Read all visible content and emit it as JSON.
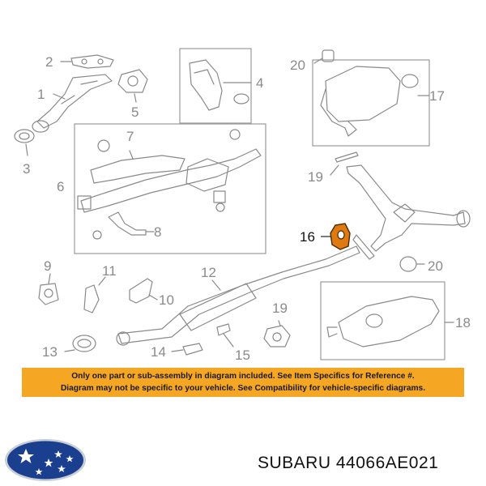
{
  "diagram": {
    "callouts": {
      "c1": "1",
      "c2": "2",
      "c3": "3",
      "c4": "4",
      "c5": "5",
      "c6": "6",
      "c7": "7",
      "c8": "8",
      "c9": "9",
      "c10": "10",
      "c11": "11",
      "c12": "12",
      "c13": "13",
      "c14": "14",
      "c15": "15",
      "c16": "16",
      "c17": "17",
      "c18": "18",
      "c19a": "19",
      "c19b": "19",
      "c20a": "20",
      "c20b": "20"
    },
    "highlight_color": "#e07a10"
  },
  "notice": {
    "line1": "Only one part or sub-assembly in diagram included. See Item Specifics for Reference #.",
    "line2": "Diagram may not be specific to your vehicle. See Compatibility for vehicle-specific diagrams.",
    "background": "#f5a623"
  },
  "brand": {
    "logo": "subaru-logo",
    "logo_color": "#1b3f8f"
  },
  "title": "SUBARU 44066AE021"
}
